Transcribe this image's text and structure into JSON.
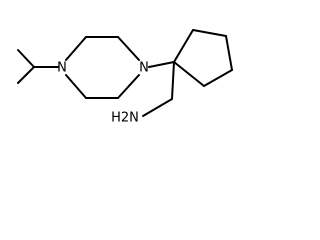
{
  "molecule": {
    "atoms": {
      "n_left": "N",
      "n_right": "N",
      "amine": "H2N"
    }
  }
}
